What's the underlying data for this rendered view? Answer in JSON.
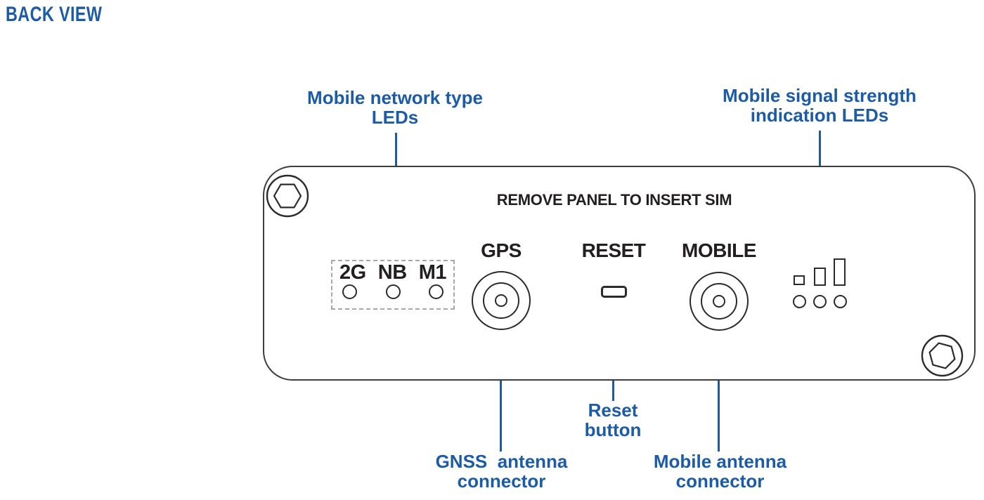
{
  "page": {
    "title": "BACK VIEW"
  },
  "colors": {
    "label_blue": "#1c5ba6",
    "line_blue": "#1e5c9e",
    "device_text": "#231f20",
    "outline_dark": "#2b2b2b",
    "panel_border": "#3d3d3d",
    "dashed_border": "#a6a8ab",
    "background": "#ffffff"
  },
  "panel": {
    "sim_notice": "REMOVE PANEL TO INSERT SIM",
    "network_led_labels": [
      "2G",
      "NB",
      "M1"
    ],
    "gps_label": "GPS",
    "reset_label": "RESET",
    "mobile_label": "MOBILE"
  },
  "annotations": {
    "network_type": {
      "lines": [
        "Mobile network type",
        "LEDs"
      ]
    },
    "signal_strength": {
      "lines": [
        "Mobile signal strength",
        "indication LEDs"
      ]
    },
    "reset_button": {
      "lines": [
        "Reset",
        "button"
      ]
    },
    "gnss_connector": {
      "lines": [
        "GNSS  antenna",
        "connector"
      ]
    },
    "mobile_connector": {
      "lines": [
        "Mobile antenna",
        "connector"
      ]
    }
  },
  "icons": {
    "screw": "hex-socket-screw",
    "gps_connector": "coaxial-antenna-connector",
    "mobile_connector": "coaxial-antenna-connector",
    "reset": "reset-pinhole-button",
    "network_led": "led-circle",
    "signal_bars": "signal-strength-bars",
    "signal_led": "led-circle"
  }
}
